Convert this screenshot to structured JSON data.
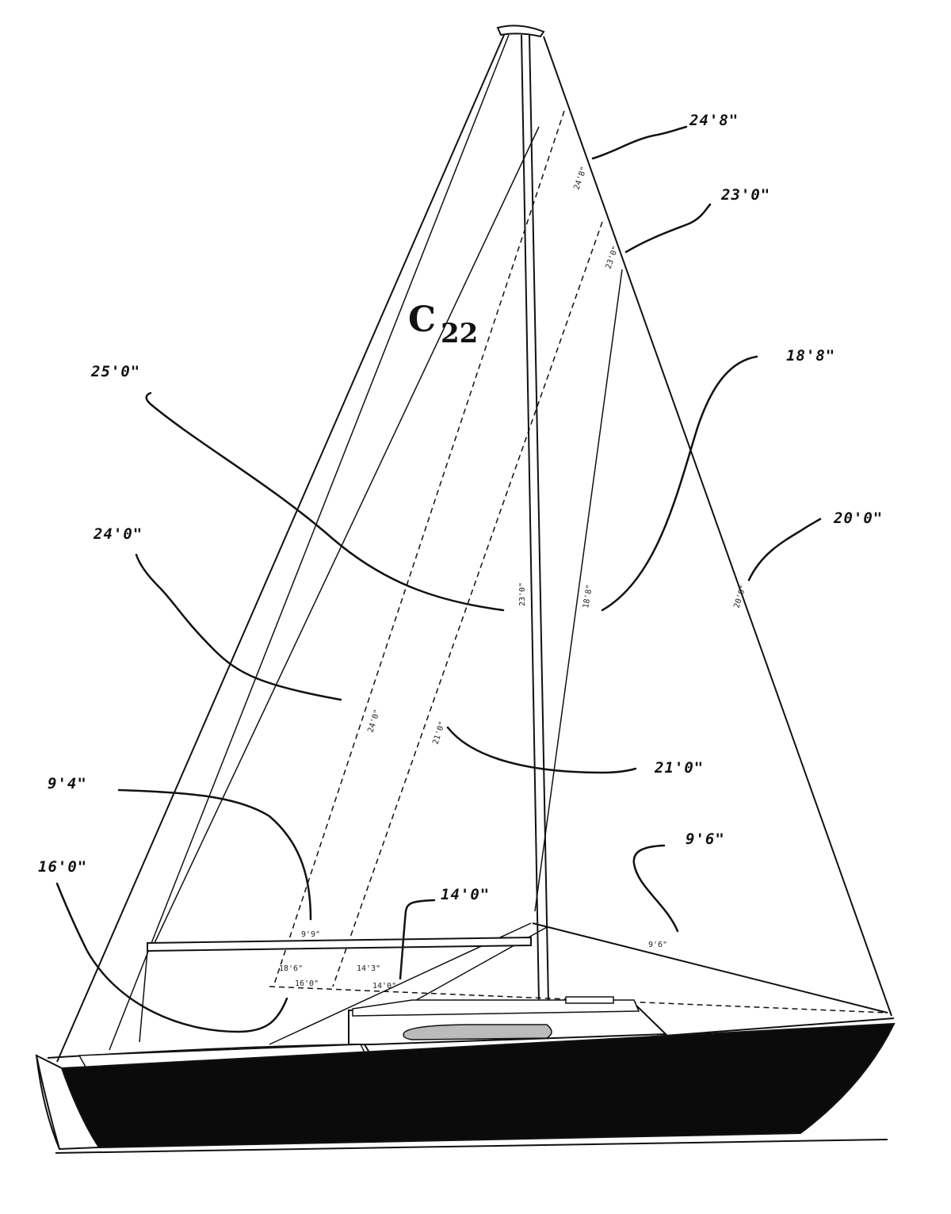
{
  "logo": {
    "mark": "C",
    "model": "22"
  },
  "callouts": {
    "c1": "24'8\"",
    "c2": "23'0\"",
    "c3": "18'8\"",
    "c4": "25'0\"",
    "c5": "20'0\"",
    "c6": "24'0\"",
    "c7": "21'0\"",
    "c8": "9'4\"",
    "c9": "9'6\"",
    "c10": "16'0\"",
    "c11": "14'0\""
  },
  "drawing_labels": {
    "d1": "24'8\"",
    "d2": "23'0\"",
    "d3": "23'0\"",
    "d4": "18'8\"",
    "d5": "20'0\"",
    "d6": "24'0\"",
    "d7": "21'0\"",
    "d8": "9'9\"",
    "d9": "9'6\"",
    "d10": "16'0\"",
    "d11": "14'0\"",
    "d12": "18'6\"",
    "d13": "14'3\""
  }
}
